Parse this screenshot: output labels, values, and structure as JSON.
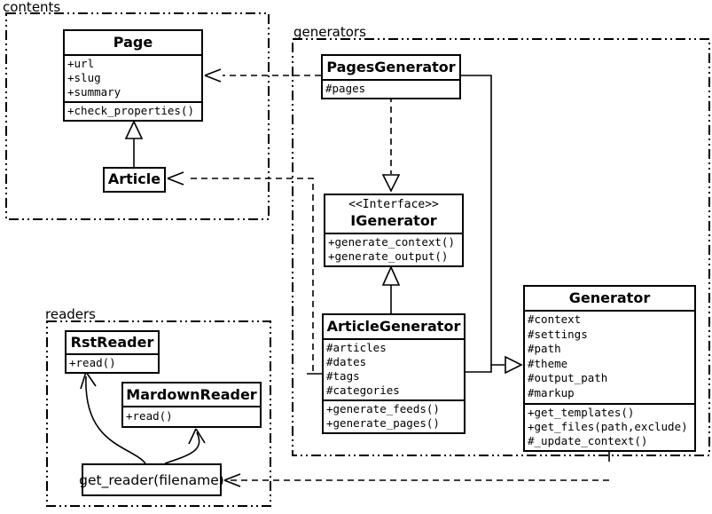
{
  "colors": {
    "line": "#000000",
    "background": "#ffffff"
  },
  "packages": {
    "contents": {
      "label": "contents"
    },
    "generators": {
      "label": "generators"
    },
    "readers": {
      "label": "readers"
    }
  },
  "classes": {
    "page": {
      "name": "Page",
      "attributes": [
        "+url",
        "+slug",
        "+summary"
      ],
      "methods": [
        "+check_properties()"
      ]
    },
    "article": {
      "name": "Article"
    },
    "pages_generator": {
      "name": "PagesGenerator",
      "attributes": [
        "#pages"
      ]
    },
    "igenerator": {
      "stereotype": "<<Interface>>",
      "name": "IGenerator",
      "methods": [
        "+generate_context()",
        "+generate_output()"
      ]
    },
    "article_generator": {
      "name": "ArticleGenerator",
      "attributes": [
        "#articles",
        "#dates",
        "#tags",
        "#categories"
      ],
      "methods": [
        "+generate_feeds()",
        "+generate_pages()"
      ]
    },
    "generator": {
      "name": "Generator",
      "attributes": [
        "#context",
        "#settings",
        "#path",
        "#theme",
        "#output_path",
        "#markup"
      ],
      "methods": [
        "+get_templates()",
        "+get_files(path,exclude)",
        "#_update_context()"
      ]
    },
    "rst_reader": {
      "name": "RstReader",
      "methods": [
        "+read()"
      ]
    },
    "markdown_reader": {
      "name": "MardownReader",
      "methods": [
        "+read()"
      ]
    },
    "get_reader": {
      "label": "get_reader(filename)"
    }
  }
}
